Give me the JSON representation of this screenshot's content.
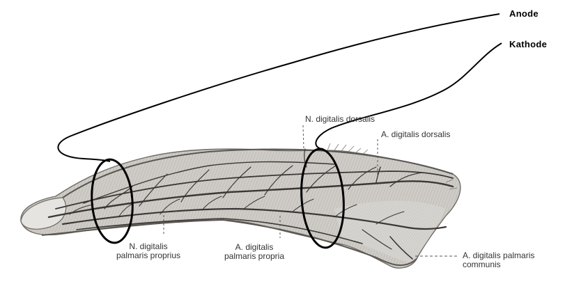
{
  "electrodes": {
    "anode": "Anode",
    "kathode": "Kathode"
  },
  "labels": {
    "n_digitalis_dorsalis": "N. digitalis dorsalis",
    "a_digitalis_dorsalis": "A. digitalis dorsalis",
    "n_digitalis_palmaris_proprius": [
      "N. digitalis",
      "palmaris proprius"
    ],
    "a_digitalis_palmaris_propria": [
      "A. digitalis",
      "palmaris propria"
    ],
    "a_digitalis_palmaris_communis": [
      "A. digitalis palmaris",
      "communis"
    ]
  },
  "colors": {
    "wire": "#000000",
    "ellipse": "#000000",
    "finger_fill": "#c9c6c1",
    "finger_shade": "#8f8b86",
    "vessel": "#3a3835",
    "label_text": "#333333"
  },
  "icons": {
    "anode_wire": "electrode-wire",
    "kathode_wire": "electrode-wire",
    "distal_electrode_ring": "ellipse-marker",
    "proximal_electrode_ring": "ellipse-marker",
    "finger": "finger-anatomy-illustration"
  }
}
